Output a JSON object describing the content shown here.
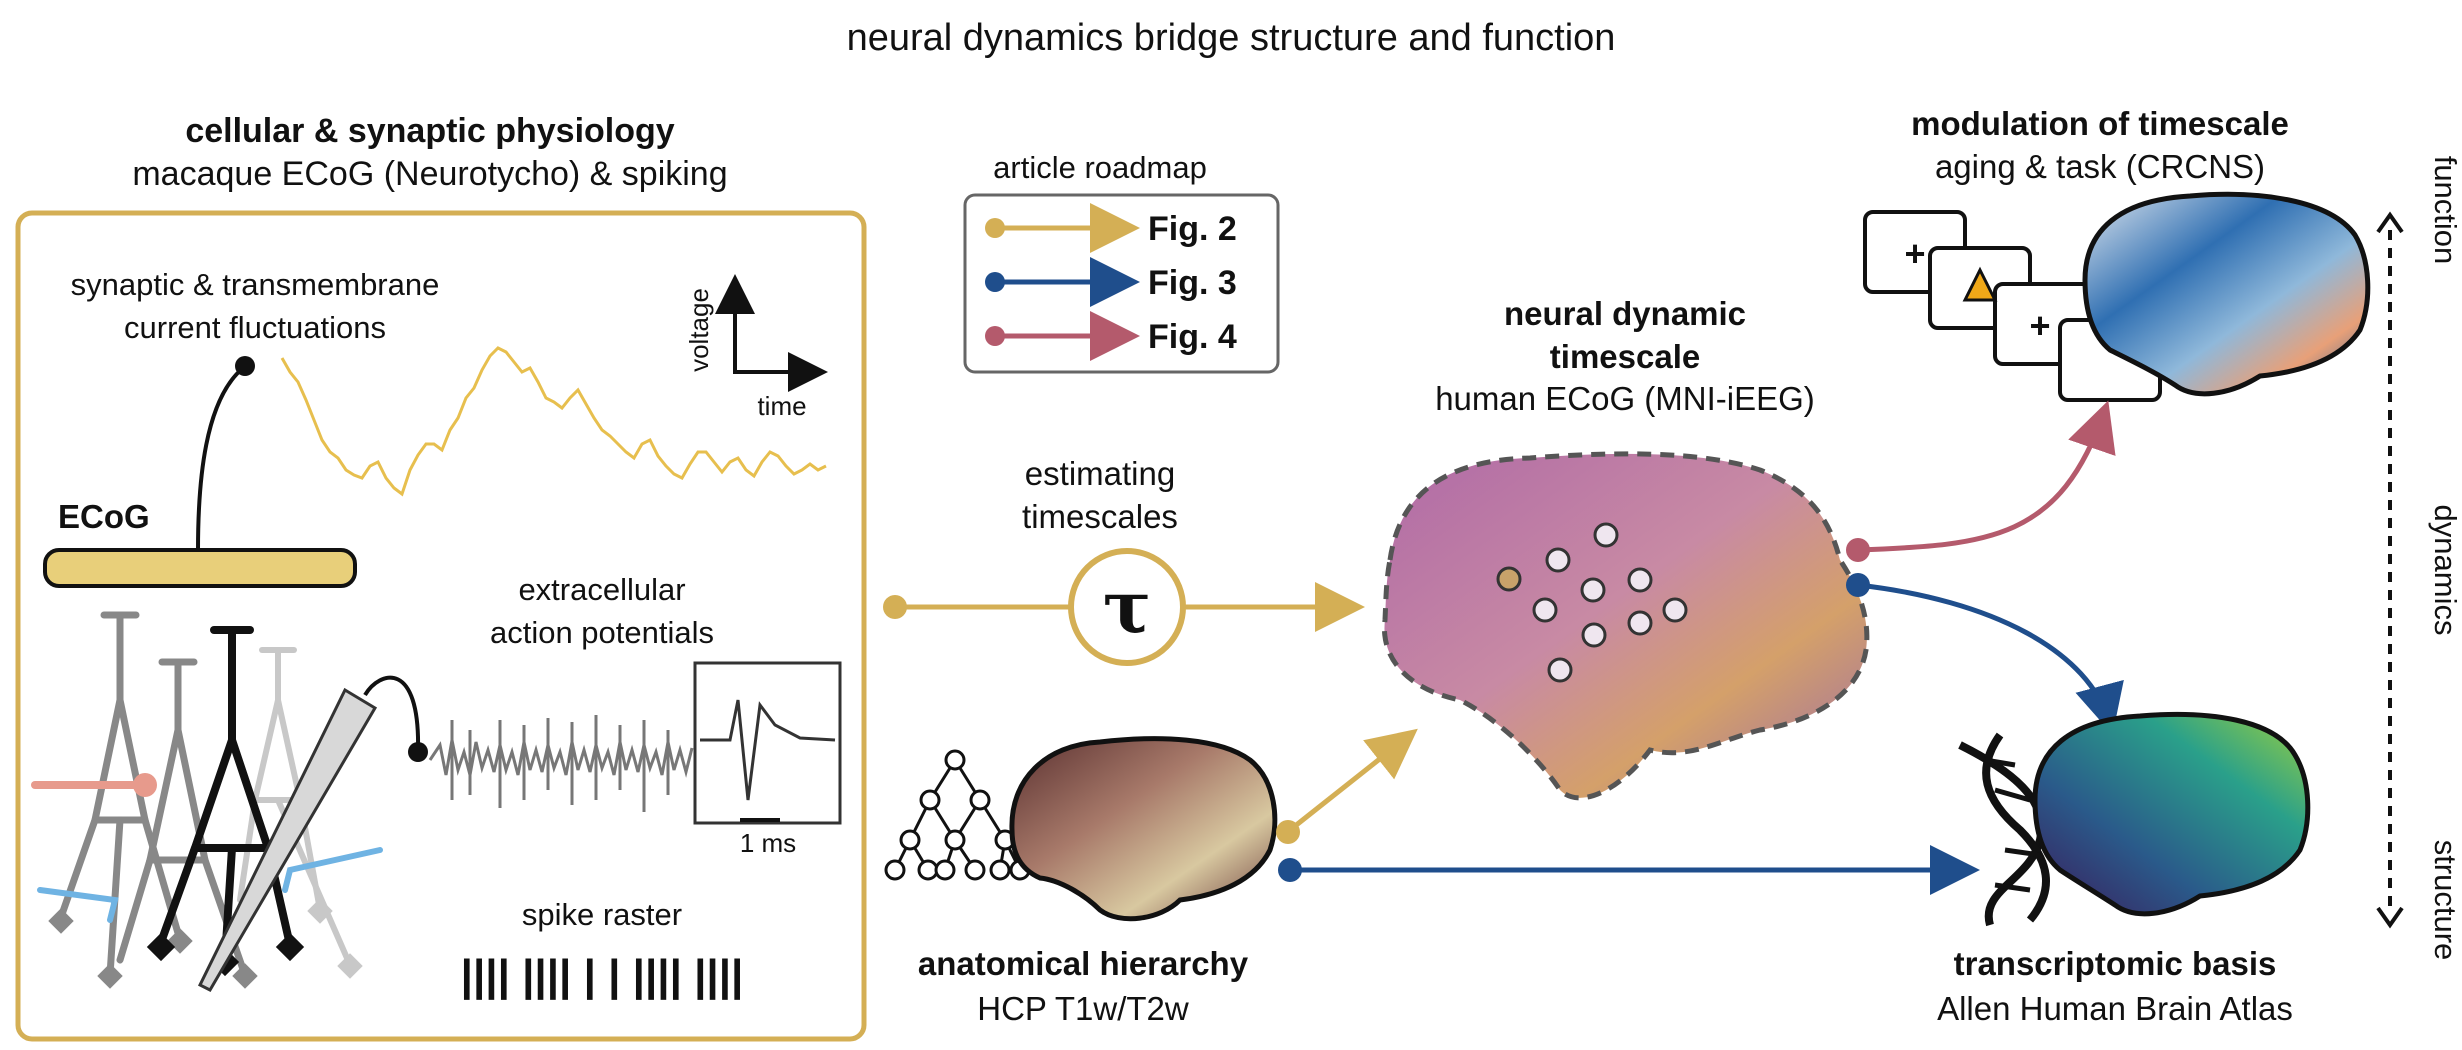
{
  "title": "neural dynamics bridge structure and function",
  "colors": {
    "gold": "#d4af55",
    "blue": "#1f4e8c",
    "rose": "#b45a6c",
    "grid_gray": "#555555"
  },
  "cellular_panel": {
    "heading": "cellular & synaptic physiology",
    "subheading": "macaque ECoG (Neurotycho) & spiking",
    "synaptic_label_line1": "synaptic & transmembrane",
    "synaptic_label_line2": "current fluctuations",
    "voltage_label": "voltage",
    "time_label": "time",
    "ecog_label": "ECoG",
    "extracellular_line1": "extracellular",
    "extracellular_line2": "action potentials",
    "scale_label": "1 ms",
    "raster_label": "spike raster",
    "raster_text": "|||| |||| | | |||| ||||"
  },
  "roadmap": {
    "title": "article roadmap",
    "items": [
      {
        "label": "Fig. 2",
        "color": "#d4af55"
      },
      {
        "label": "Fig. 3",
        "color": "#1f4e8c"
      },
      {
        "label": "Fig. 4",
        "color": "#b45a6c"
      }
    ]
  },
  "estimating": {
    "line1": "estimating",
    "line2": "timescales",
    "symbol": "τ"
  },
  "timescale_brain": {
    "line1": "neural dynamic",
    "line2": "timescale",
    "line3": "human ECoG (MNI-iEEG)"
  },
  "anatomical": {
    "heading": "anatomical hierarchy",
    "sub": "HCP T1w/T2w"
  },
  "modulation": {
    "heading": "modulation of timescale",
    "sub": "aging & task (CRCNS)",
    "cue_plus": "+"
  },
  "transcriptomic": {
    "heading": "transcriptomic basis",
    "sub": "Allen Human Brain Atlas"
  },
  "axis": {
    "top": "function",
    "middle": "dynamics",
    "bottom": "structure"
  }
}
